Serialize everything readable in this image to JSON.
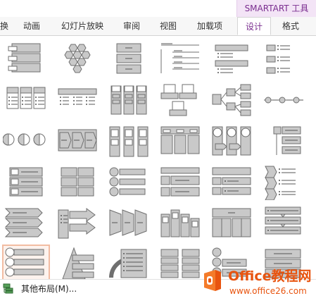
{
  "ribbon": {
    "context_label": "SMARTART 工具",
    "tabs": [
      {
        "id": "transitions",
        "label": "换"
      },
      {
        "id": "animations",
        "label": "动画"
      },
      {
        "id": "slideshow",
        "label": "幻灯片放映"
      },
      {
        "id": "review",
        "label": "审阅"
      },
      {
        "id": "view",
        "label": "视图"
      },
      {
        "id": "addins",
        "label": "加载项"
      },
      {
        "id": "design",
        "label": "设计",
        "active": true
      },
      {
        "id": "format",
        "label": "格式"
      }
    ]
  },
  "gallery": {
    "rows": 6,
    "columns": 6,
    "selected": {
      "row": 6,
      "column": 1
    },
    "layouts": [
      [
        "stacked-list",
        "hexagon-cluster",
        "vertical-box-list",
        "lined-list",
        "vertical-bullet-list",
        "vertical-bracket-list"
      ],
      [
        "horizontal-bullet-list",
        "table-list",
        "grouped-list",
        "picture-caption-list",
        "horizontal-hierarchy",
        "horizontal-bullet-circles"
      ],
      [
        "half-circle-list",
        "segmented-process",
        "vertical-arrow-list",
        "horizontal-picture-list",
        "balance-circles",
        "vertical-accent-list"
      ],
      [
        "vertical-picture-list",
        "grid-matrix",
        "picture-accent-list",
        "vertical-box-process",
        "vertical-block-list",
        "chevron-list"
      ],
      [
        "chevron-process",
        "arrow-process",
        "trapezoid-list",
        "staggered-blocks",
        "table-hierarchy",
        "vertical-arrow-process"
      ],
      [
        "vertical-circle-list",
        "pyramid-list",
        "radial-picture-list",
        "grouped-box-list",
        "bubble-list",
        "stacked-tab-list"
      ]
    ]
  },
  "footer": {
    "more_label": "其他布局(M)..."
  },
  "watermark": {
    "brand": "Office教程网",
    "url": "www.office26.com"
  },
  "colors": {
    "accent": "#7a2d8f",
    "shape_fill": "#c9c9c9",
    "shape_stroke": "#6f6f6f",
    "selected_outline": "#f2bca2",
    "watermark": "#e8540f"
  }
}
